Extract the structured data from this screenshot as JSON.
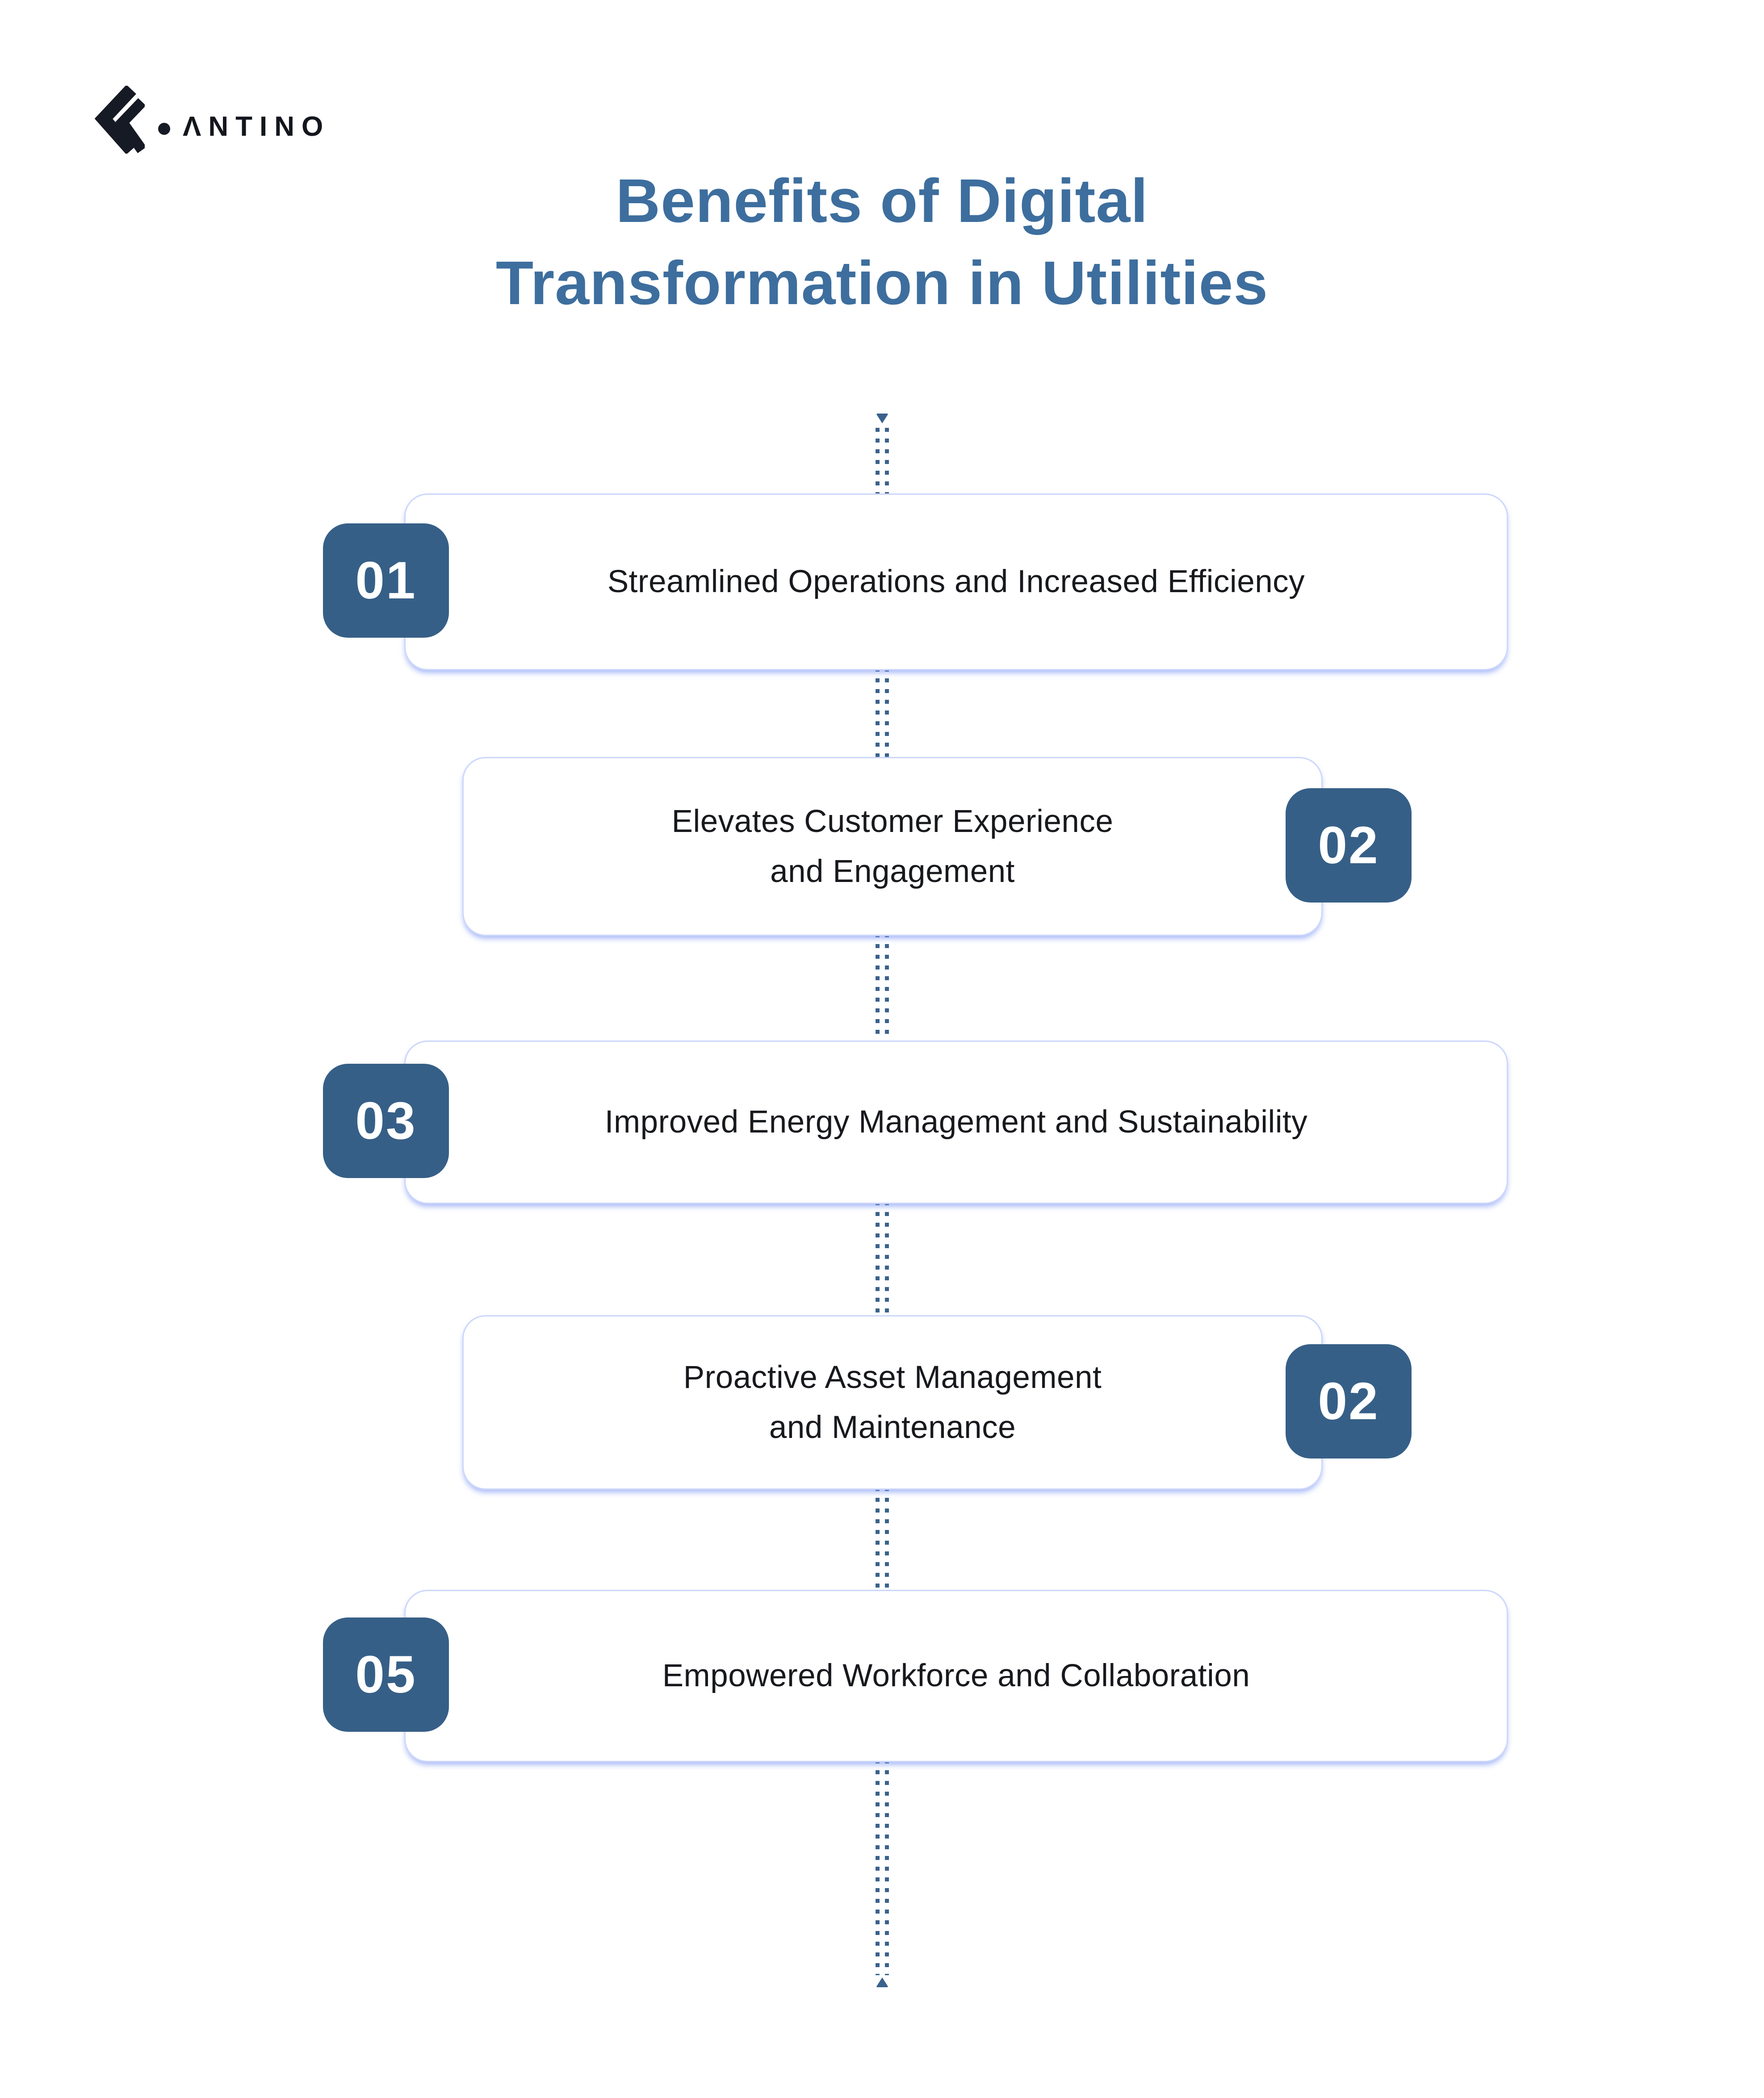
{
  "logo": {
    "brand": "ΛNTINO"
  },
  "title": {
    "line1": "Benefits of Digital",
    "line2": "Transformation in Utilities"
  },
  "items": [
    {
      "number": "01",
      "badge_side": "left",
      "lines": [
        "Streamlined Operations and Increased Efficiency"
      ]
    },
    {
      "number": "02",
      "badge_side": "right",
      "lines": [
        "Elevates Customer Experience",
        "and Engagement"
      ]
    },
    {
      "number": "03",
      "badge_side": "left",
      "lines": [
        "Improved Energy Management and Sustainability"
      ]
    },
    {
      "number": "02",
      "badge_side": "right",
      "lines": [
        "Proactive Asset Management",
        "and Maintenance"
      ]
    },
    {
      "number": "05",
      "badge_side": "left",
      "lines": [
        "Empowered Workforce and Collaboration"
      ]
    }
  ],
  "colors": {
    "badge": "#365f87",
    "title": "#3d6e9e",
    "connector": "#3a628c",
    "card_border": "#cdd7fb",
    "card_text": "#17191d",
    "logo": "#161a24"
  }
}
